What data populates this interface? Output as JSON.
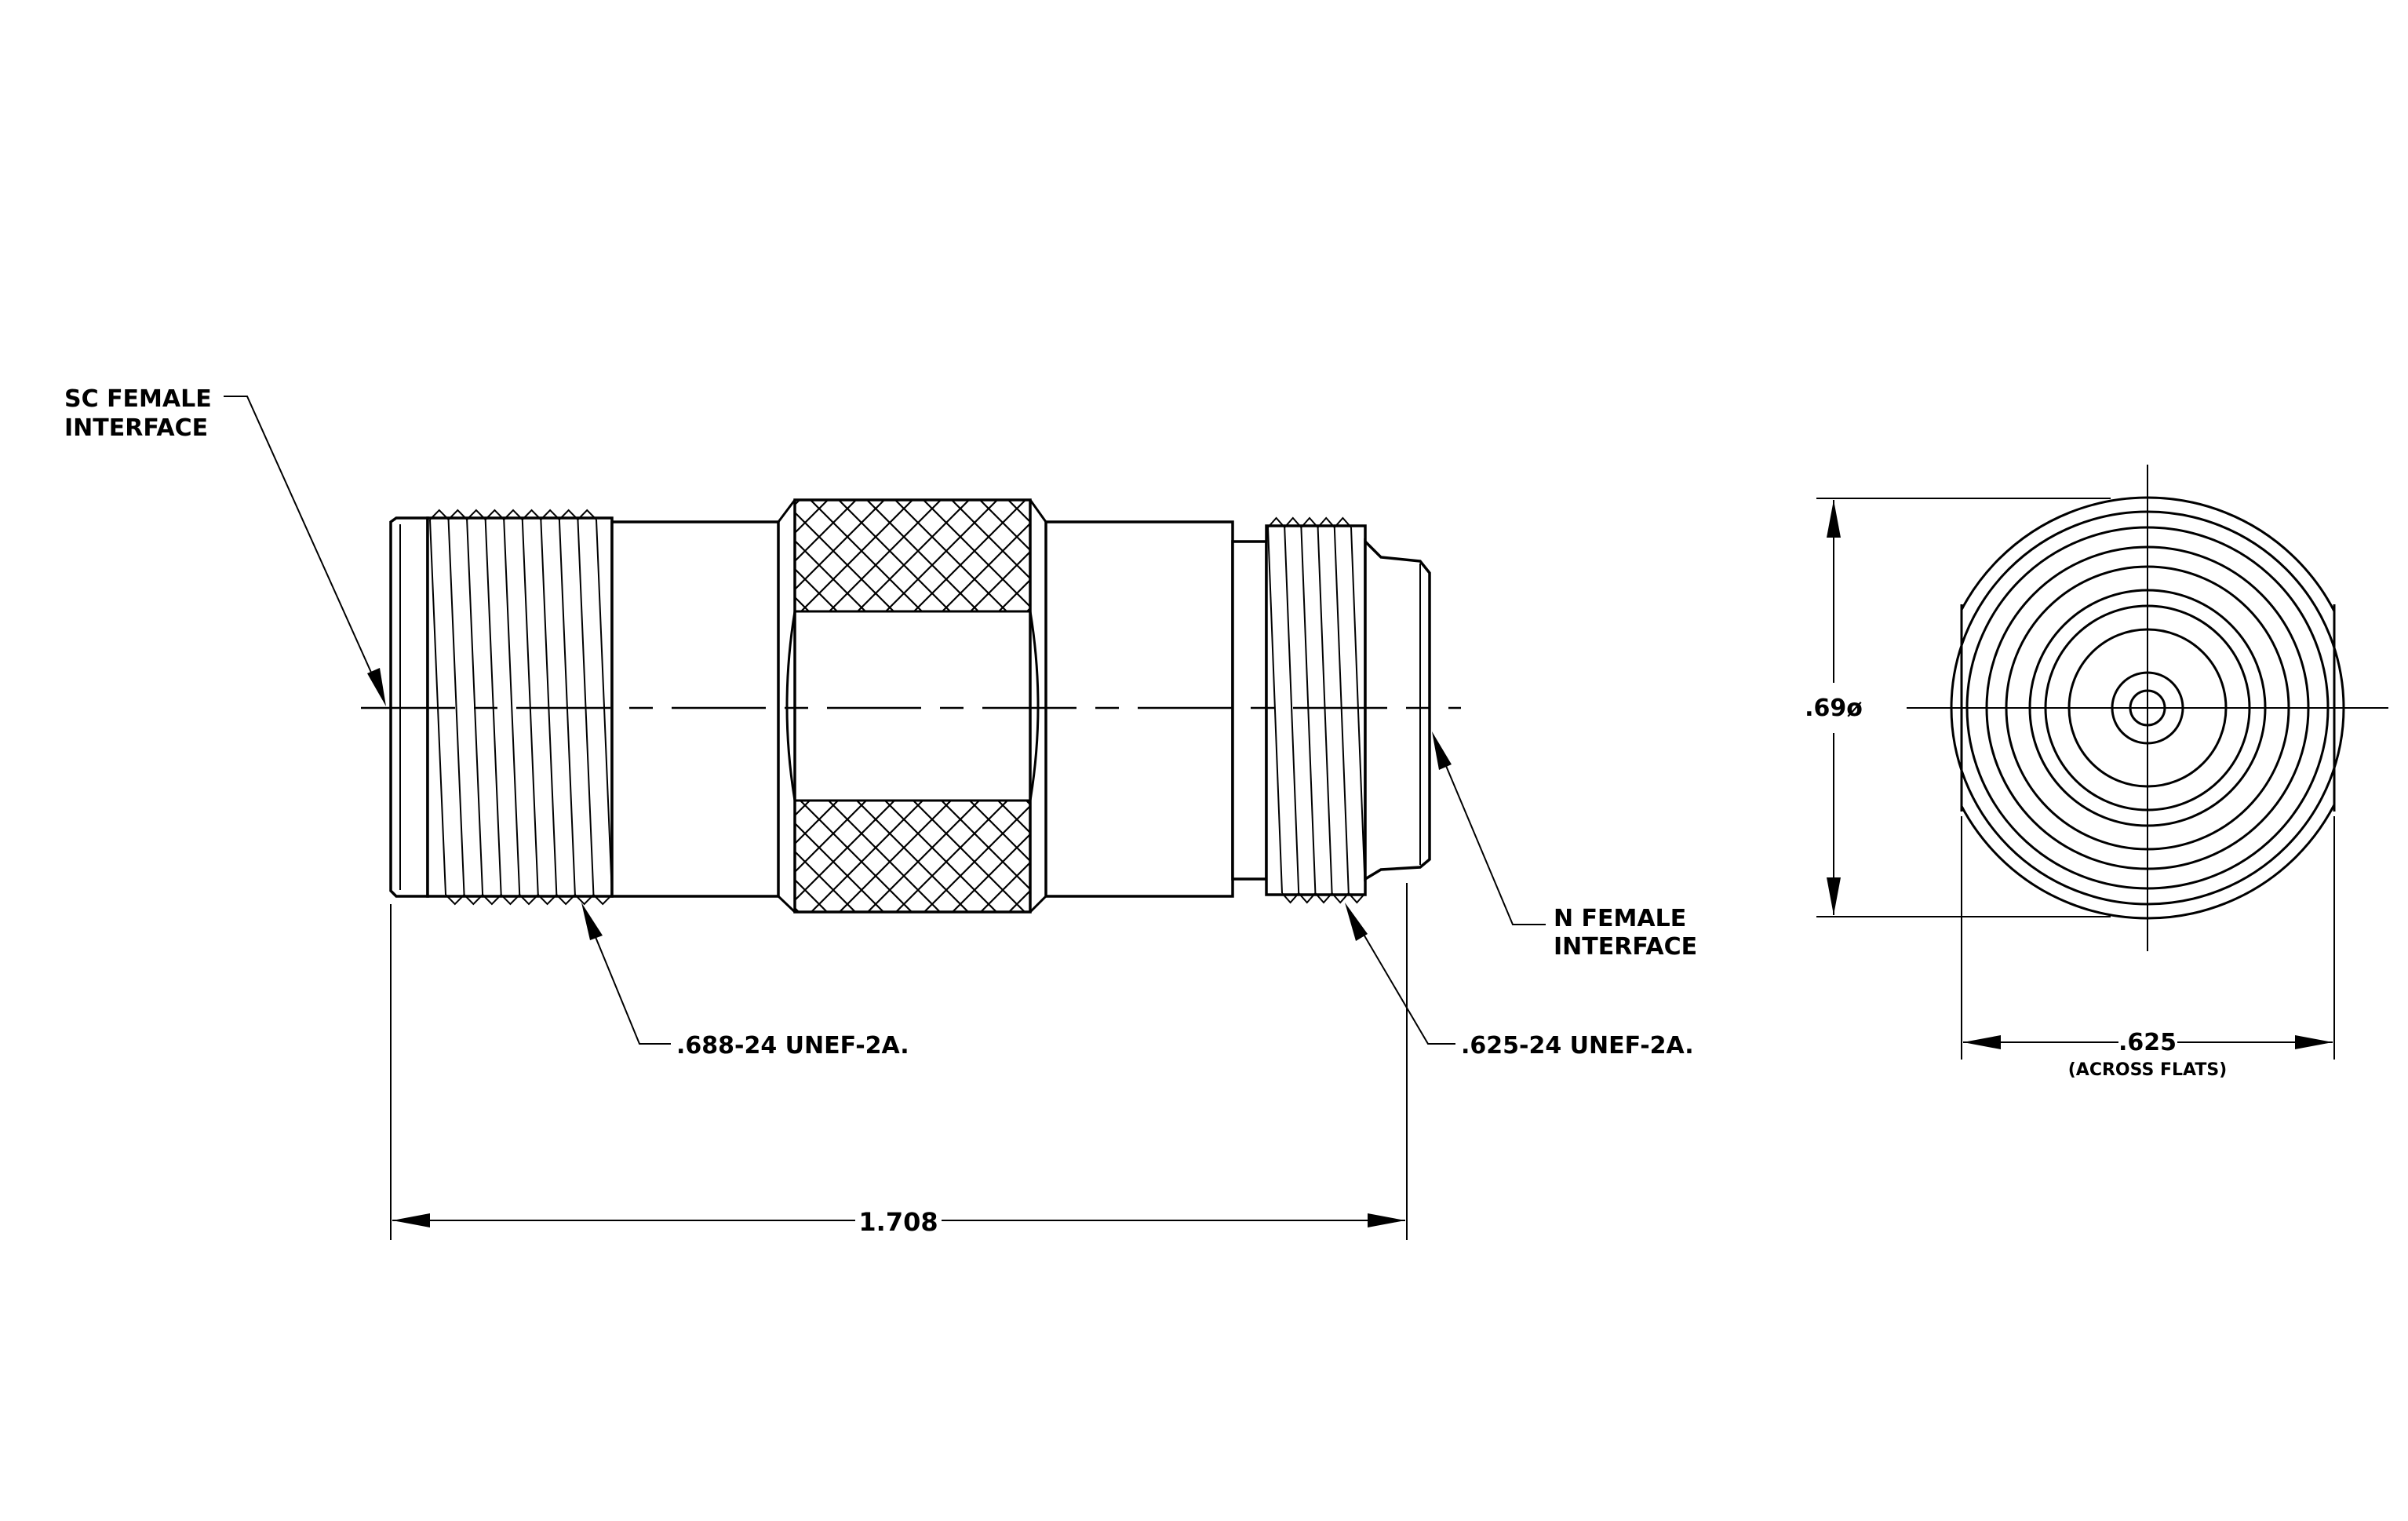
{
  "labels": {
    "sc_line1": "SC FEMALE",
    "sc_line2": "INTERFACE",
    "n_line1": "N FEMALE",
    "n_line2": "INTERFACE",
    "thread_left": ".688-24 UNEF-2A.",
    "thread_right": ".625-24 UNEF-2A.",
    "overall_length": "1.708",
    "diameter": ".69ø",
    "flats_value": ".625",
    "flats_note": "(ACROSS FLATS)"
  },
  "colors": {
    "line": "#000000",
    "background": "#ffffff"
  }
}
